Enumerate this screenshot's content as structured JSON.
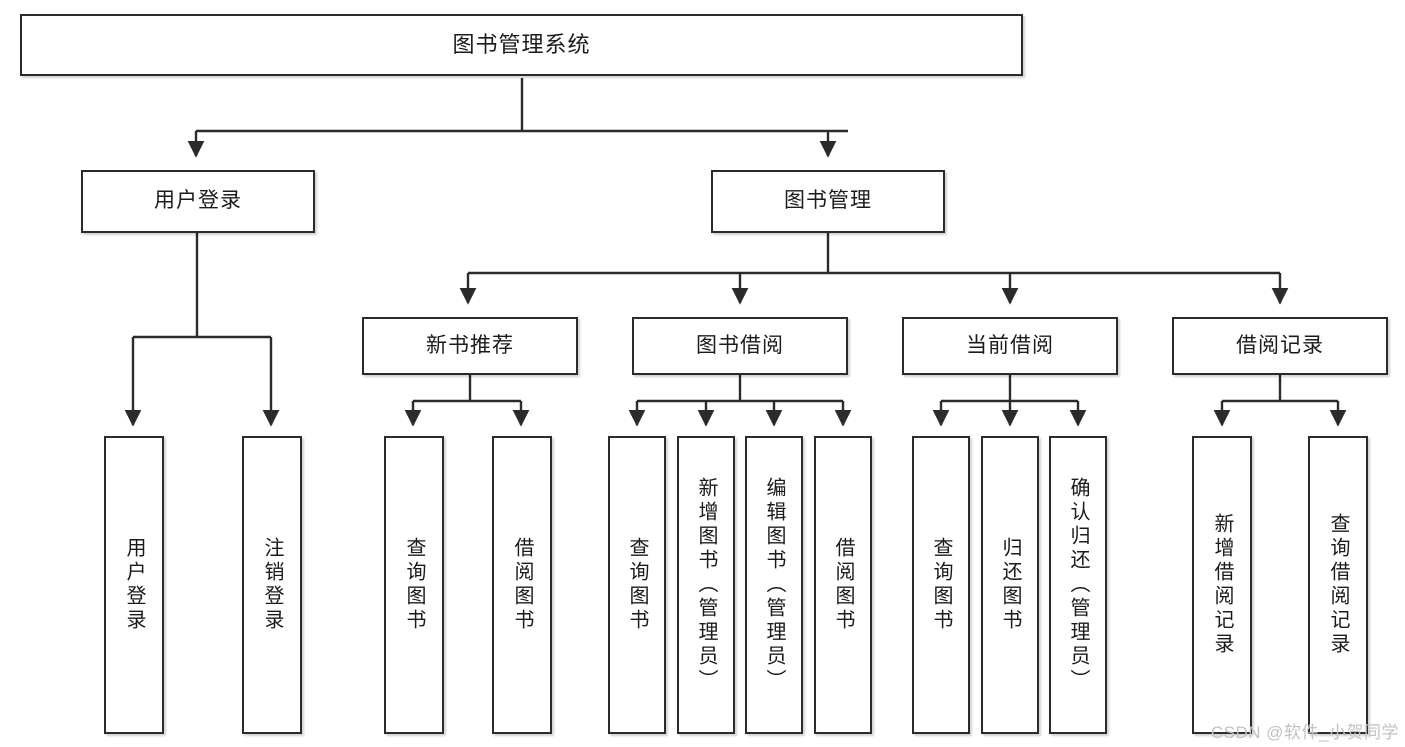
{
  "diagram": {
    "type": "tree",
    "title": "图书管理系统",
    "watermark": "CSDN @软件_小贺同学",
    "colors": {
      "box_border": "#2b2b2b",
      "box_fill": "#ffffff",
      "connector": "#2b2b2b",
      "watermark": "#c2c2c2"
    },
    "nodes": {
      "root": {
        "label": "图书管理系统"
      },
      "level2": [
        {
          "label": "用户登录"
        },
        {
          "label": "图书管理"
        }
      ],
      "level3": [
        {
          "label": "新书推荐"
        },
        {
          "label": "图书借阅"
        },
        {
          "label": "当前借阅"
        },
        {
          "label": "借阅记录"
        }
      ],
      "leaves": {
        "user_login": [
          {
            "label": "用户登录"
          },
          {
            "label": "注销登录"
          }
        ],
        "new_books": [
          {
            "label": "查询图书"
          },
          {
            "label": "借阅图书"
          }
        ],
        "book_borrow": [
          {
            "label": "查询图书"
          },
          {
            "label": "新增图书（管理员）"
          },
          {
            "label": "编辑图书（管理员）"
          },
          {
            "label": "借阅图书"
          }
        ],
        "current_borrow": [
          {
            "label": "查询图书"
          },
          {
            "label": "归还图书"
          },
          {
            "label": "确认归还（管理员）"
          }
        ],
        "borrow_records": [
          {
            "label": "新增借阅记录"
          },
          {
            "label": "查询借阅记录"
          }
        ]
      }
    }
  }
}
